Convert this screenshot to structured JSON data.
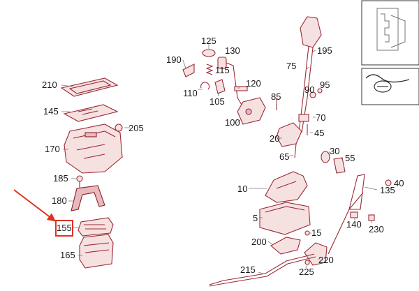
{
  "diagram": {
    "callouts": [
      "210",
      "145",
      "205",
      "170",
      "185",
      "180",
      "155",
      "165",
      "190",
      "125",
      "130",
      "115",
      "110",
      "105",
      "120",
      "100",
      "85",
      "75",
      "195",
      "90",
      "95",
      "70",
      "45",
      "20",
      "65",
      "30",
      "55",
      "10",
      "5",
      "135",
      "40",
      "140",
      "230",
      "15",
      "200",
      "220",
      "225",
      "215"
    ],
    "highlight": {
      "callout": "155",
      "color": "#e03020"
    }
  }
}
